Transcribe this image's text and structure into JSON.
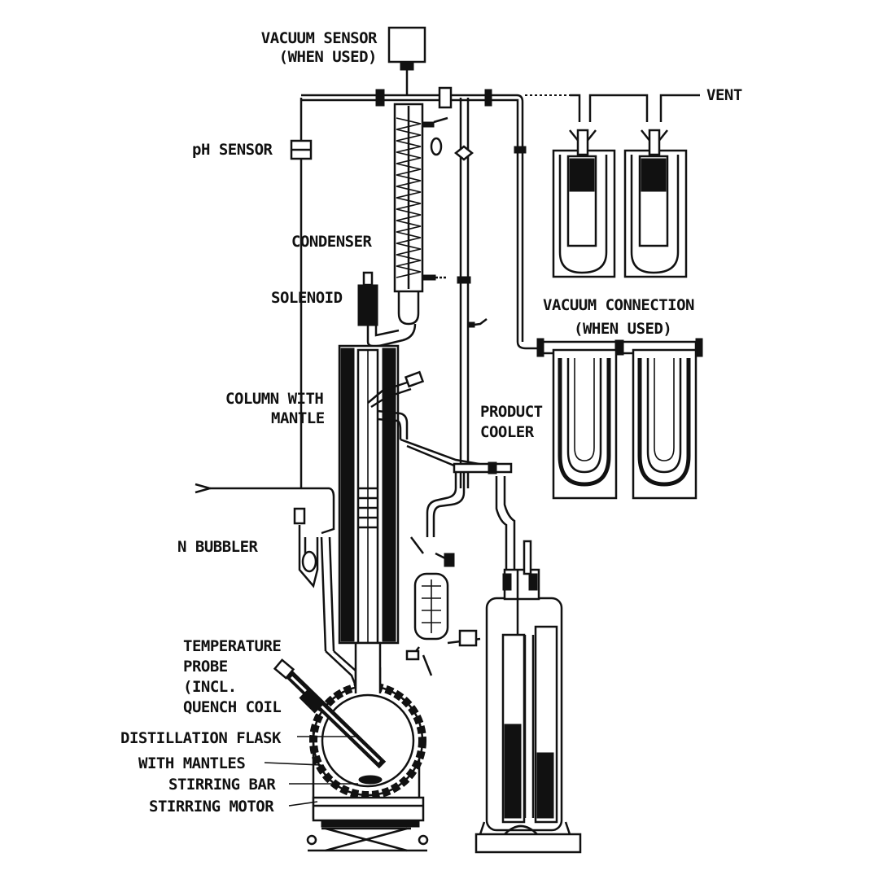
{
  "labels": {
    "vacuum_sensor": "VACUUM SENSOR",
    "vacuum_sensor_note": "(WHEN USED)",
    "vent": "VENT",
    "ph_sensor": "pH SENSOR",
    "condenser": "CONDENSER",
    "solenoid": "SOLENOID",
    "vacuum_connection": "VACUUM CONNECTION",
    "vacuum_connection_note": "(WHEN USED)",
    "column_line1": "COLUMN WITH",
    "column_line2": "MANTLE",
    "product_line1": "PRODUCT",
    "product_line2": "COOLER",
    "bubbler": "N  BUBBLER",
    "temp_line1": "TEMPERATURE",
    "temp_line2": "PROBE",
    "temp_line3": "(INCL.",
    "temp_line4": "QUENCH COIL",
    "flask": "DISTILLATION FLASK",
    "mantles": "WITH MANTLES",
    "stirring_bar": "STIRRING BAR",
    "stirring_motor": "STIRRING MOTOR"
  }
}
